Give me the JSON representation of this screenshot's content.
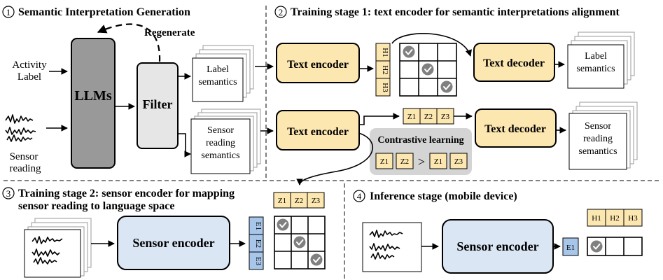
{
  "s1": {
    "num": "1",
    "title": "Semantic Interpretation Generation",
    "activity_line1": "Activity",
    "activity_line2": "Label",
    "sensor_line1": "Sensor",
    "sensor_line2": "reading",
    "llms": "LLMs",
    "filter": "Filter",
    "regenerate": "Regenerate",
    "label_sem_line1": "Label",
    "label_sem_line2": "semantics",
    "sensor_sem_line1": "Sensor",
    "sensor_sem_line2": "reading",
    "sensor_sem_line3": "semantics"
  },
  "s2": {
    "num": "2",
    "title": "Training stage 1: text encoder for semantic interpretations alignment",
    "text_encoder": "Text encoder",
    "text_decoder": "Text decoder",
    "h": [
      "H1",
      "H2",
      "H3"
    ],
    "z": [
      "Z1",
      "Z2",
      "Z3"
    ],
    "label_line1": "Label",
    "label_line2": "semantics",
    "sensor_line1": "Sensor",
    "sensor_line2": "reading",
    "sensor_line3": "semantics",
    "contrastive": "Contrastive learning",
    "gt": ">",
    "cl_left": [
      "Z1",
      "Z2"
    ],
    "cl_right": [
      "Z1",
      "Z3"
    ]
  },
  "s3": {
    "num": "3",
    "title_line1": "Training stage 2: sensor encoder for mapping",
    "title_line2": "sensor reading to language space",
    "sensor_encoder": "Sensor encoder",
    "z": [
      "Z1",
      "Z2",
      "Z3"
    ],
    "e": [
      "E1",
      "E2",
      "E3"
    ]
  },
  "s4": {
    "num": "4",
    "title": "Inference stage (mobile device)",
    "sensor_encoder": "Sensor encoder",
    "e1": "E1",
    "h": [
      "H1",
      "H2",
      "H3"
    ]
  },
  "colors": {
    "yellow_fill": "#fde7b1",
    "blue_fill": "#dbe6f5",
    "e_fill": "#a8c6ea",
    "llm_fill": "#999999",
    "filter_fill": "#e6e6e6",
    "check_fill": "#808080",
    "gray_panel": "#d4d4d4"
  }
}
